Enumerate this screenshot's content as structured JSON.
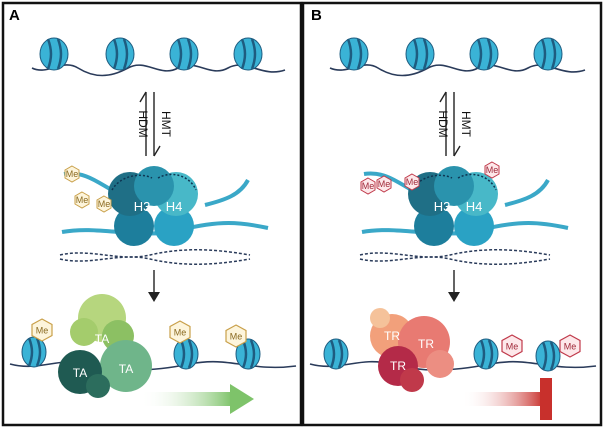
{
  "panels": [
    {
      "letter": "A",
      "enzymes": {
        "left": "HDM",
        "right": "HMT"
      },
      "histones": [
        "H3",
        "H4"
      ],
      "mark": "Me",
      "mark_color": "#c9a04a",
      "factor": "TA",
      "factor_colors": [
        "#8cc063",
        "#b6d67e",
        "#6fb58a",
        "#1f5a52"
      ],
      "outcome": "activation",
      "outcome_color": "#7ec36a"
    },
    {
      "letter": "B",
      "enzymes": {
        "left": "HDM",
        "right": "HMT"
      },
      "histones": [
        "H3",
        "H4"
      ],
      "mark": "Me",
      "mark_color": "#c0394a",
      "factor": "TR",
      "factor_colors": [
        "#f2a07b",
        "#e87a72",
        "#b42a48",
        "#f5c29a"
      ],
      "outcome": "repression",
      "outcome_color": "#c8302c"
    }
  ],
  "colors": {
    "nucleosome": "#3ab3d6",
    "nucleosome_dark": "#1e5c80",
    "dna": "#2a3b5a",
    "histone_core": "#2a8fb0",
    "tail": "#3aa8c8"
  }
}
